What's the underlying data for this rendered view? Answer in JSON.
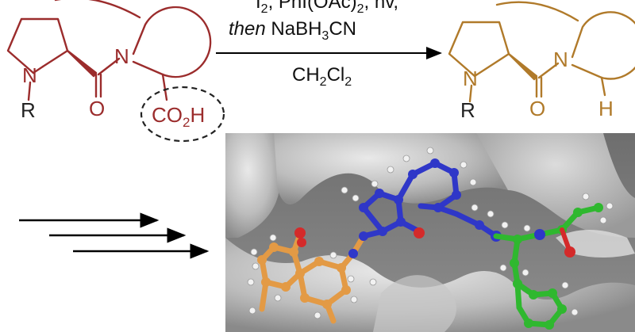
{
  "reaction": {
    "conditions_line1": "I",
    "conditions_line1_sub": "2",
    "conditions_line1_rest": ", PhI(OAc)",
    "conditions_line1_sub2": "2",
    "conditions_line1_end": ", hv,",
    "conditions_then": "then",
    "conditions_reagent_prefix": " NaBH",
    "conditions_reagent_sub": "3",
    "conditions_reagent_suffix": "CN",
    "solvent_prefix": "CH",
    "solvent_sub1": "2",
    "solvent_mid": "Cl",
    "solvent_sub2": "2"
  },
  "reactant": {
    "n_ring": "N",
    "n_amide": "N",
    "r_group": "R",
    "carbonyl_o": "O",
    "acid_prefix": "CO",
    "acid_sub": "2",
    "acid_suffix": "H"
  },
  "product": {
    "n_ring": "N",
    "n_amide": "N",
    "r_group": "R",
    "carbonyl_o": "O",
    "hydrogen": "H"
  },
  "colors": {
    "reactant": "#9b2c2c",
    "product": "#b07a2a",
    "arrow": "#000000",
    "leaving_group_circle": "#222222",
    "surface": "#8a8a8a",
    "fragment_orange": "#e39a45",
    "fragment_blue": "#2f37c8",
    "fragment_green": "#2fb82f",
    "oxygen": "#d42a2a",
    "hydrogen": "#f2f2f2"
  },
  "icons": {
    "arrows": "parallel-arrows-icon",
    "model": "protein-ligand-model"
  }
}
